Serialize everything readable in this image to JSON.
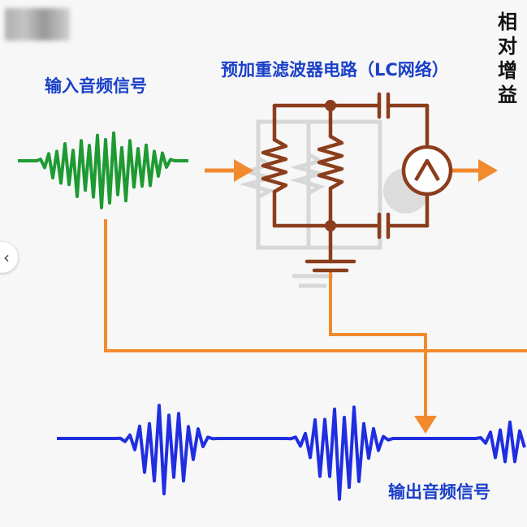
{
  "labels": {
    "input_signal": "输入音频信号",
    "circuit_title": "预加重滤波器电路（LC网络）",
    "output_signal": "输出音频信号",
    "side_label": "相对增益"
  },
  "icons": {
    "nav_prev": "‹",
    "gain_stage": "amplifier-icon"
  },
  "colors": {
    "input_wave": "#1e9a32",
    "output_wave": "#1f2ee0",
    "arrow": "#f28a2e",
    "circuit": "#8b3d1c",
    "label": "#1a3fc8"
  }
}
